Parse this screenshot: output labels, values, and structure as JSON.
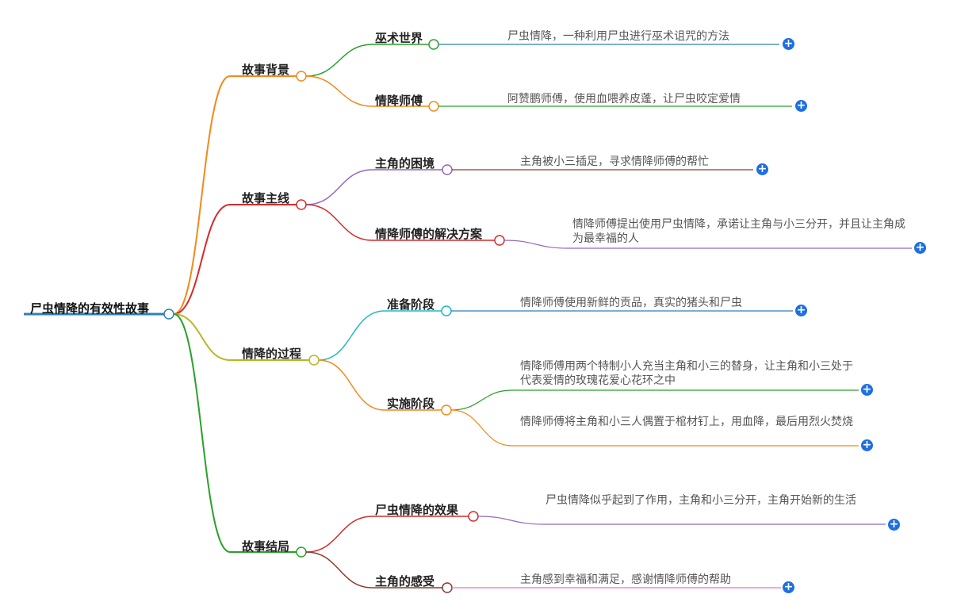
{
  "root": {
    "label": "尸虫情降的有效性故事"
  },
  "branches": [
    {
      "label": "故事背景",
      "color": "#f08a1c",
      "children": [
        {
          "label": "巫术世界",
          "color": "#2aa02a",
          "leaves": [
            {
              "text": "尸虫情降，一种利用尸虫进行巫术诅咒的方法",
              "color": "#2f7fb8"
            }
          ]
        },
        {
          "label": "情降师傅",
          "color": "#f08a1c",
          "leaves": [
            {
              "text": "阿赞鹏师傅，使用血喂养皮蓬，让尸虫咬定爱情",
              "color": "#2aa02a"
            }
          ]
        }
      ]
    },
    {
      "label": "故事主线",
      "color": "#d62a2a",
      "children": [
        {
          "label": "主角的困境",
          "color": "#9467bd",
          "leaves": [
            {
              "text": "主角被小三插足，寻求情降师傅的帮忙",
              "color": "#8c3b2e"
            }
          ]
        },
        {
          "label": "情降师傅的解决方案",
          "color": "#d62a2a",
          "leaves": [
            {
              "text": "情降师傅提出使用尸虫情降，承诺让主角与小三分开，并且让主角成为最幸福的人",
              "color": "#9467bd"
            }
          ]
        }
      ]
    },
    {
      "label": "情降的过程",
      "color": "#b8b820",
      "children": [
        {
          "label": "准备阶段",
          "color": "#22b8c8",
          "leaves": [
            {
              "text": "情降师傅使用新鲜的贡品，真实的猪头和尸虫",
              "color": "#2f7fb8"
            }
          ]
        },
        {
          "label": "实施阶段",
          "color": "#f08a1c",
          "leaves": [
            {
              "text": "情降师傅用两个特制小人充当主角和小三的替身，让主角和小三处于代表爱情的玫瑰花爱心花环之中",
              "color": "#2aa02a"
            },
            {
              "text": "情降师傅将主角和小三人偶置于棺材钉上，用血降，最后用烈火焚烧",
              "color": "#f08a1c"
            }
          ]
        }
      ]
    },
    {
      "label": "故事结局",
      "color": "#2aa02a",
      "children": [
        {
          "label": "尸虫情降的效果",
          "color": "#d62a2a",
          "leaves": [
            {
              "text": "尸虫情降似乎起到了作用，主角和小三分开，主角开始新的生活",
              "color": "#9467bd"
            }
          ]
        },
        {
          "label": "主角的感受",
          "color": "#8c3b2e",
          "leaves": [
            {
              "text": "主角感到幸福和满足，感谢情降师傅的帮助",
              "color": "#e377c2"
            }
          ]
        }
      ]
    }
  ],
  "icons": {
    "expand": "plus-circle-icon",
    "expand_glyph": "+"
  },
  "root_color": "#2f7fb8"
}
